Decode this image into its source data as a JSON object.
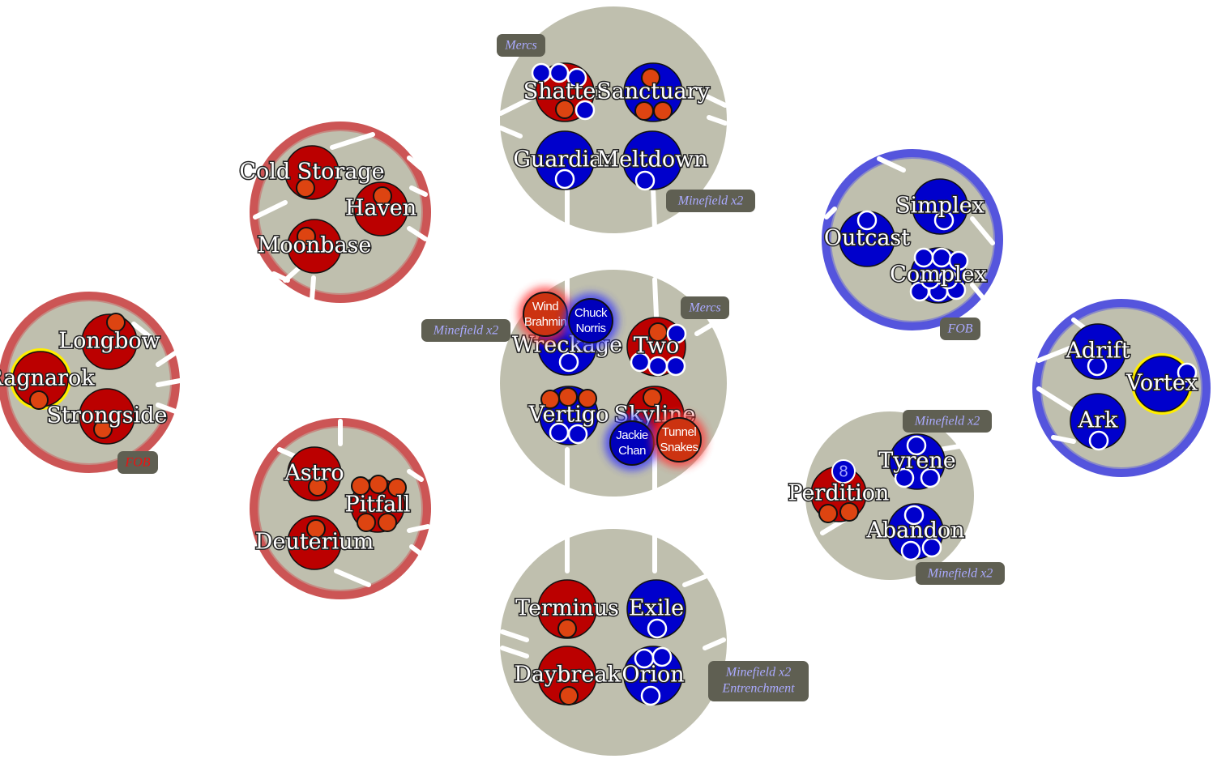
{
  "colors": {
    "red": "#bb0000",
    "blue": "#0000cc",
    "orange": "#dd4411",
    "yellow": "#ffee00",
    "sector": "#bfbfae",
    "red_ring": "#cc5555",
    "blue_ring": "#5555dd",
    "tag_bg": "#5f5f52",
    "tag_text": "#aaaaff",
    "tag_text_red": "#ee1111"
  },
  "sectors": [
    {
      "name": "north",
      "ring": "none"
    },
    {
      "name": "center",
      "ring": "none"
    },
    {
      "name": "south",
      "ring": "none"
    },
    {
      "name": "red-upper",
      "ring": "red"
    },
    {
      "name": "red-lower",
      "ring": "red"
    },
    {
      "name": "red-home",
      "ring": "red"
    },
    {
      "name": "blue-upper",
      "ring": "blue"
    },
    {
      "name": "blue-lower",
      "ring": "none"
    },
    {
      "name": "blue-home",
      "ring": "blue"
    }
  ],
  "planets": [
    {
      "id": "shatter",
      "label": "Shatter",
      "owner": "red",
      "units": {
        "orange": 1,
        "blue": 4
      }
    },
    {
      "id": "sanctuary",
      "label": "Sanctuary",
      "owner": "blue",
      "units": {
        "orange": 3
      }
    },
    {
      "id": "guardian",
      "label": "Guardian",
      "owner": "blue",
      "units": {
        "blue": 1
      }
    },
    {
      "id": "meltdown",
      "label": "Meltdown",
      "owner": "blue",
      "units": {
        "blue": 1
      }
    },
    {
      "id": "wreckage",
      "label": "Wreckage",
      "owner": "blue",
      "units": {
        "blue": 1
      }
    },
    {
      "id": "two",
      "label": "Two",
      "owner": "red",
      "units": {
        "orange": 1,
        "blue": 4
      }
    },
    {
      "id": "vertigo",
      "label": "Vertigo",
      "owner": "blue",
      "units": {
        "orange": 3,
        "blue": 2
      }
    },
    {
      "id": "skyline",
      "label": "Skyline",
      "owner": "red",
      "units": {
        "orange": 1
      }
    },
    {
      "id": "terminus",
      "label": "Terminus",
      "owner": "red",
      "units": {
        "orange": 1
      }
    },
    {
      "id": "exile",
      "label": "Exile",
      "owner": "blue",
      "units": {
        "blue": 1
      }
    },
    {
      "id": "daybreak",
      "label": "Daybreak",
      "owner": "red",
      "units": {
        "orange": 1
      }
    },
    {
      "id": "orion",
      "label": "Orion",
      "owner": "blue",
      "units": {
        "blue": 4
      }
    },
    {
      "id": "cold-storage",
      "label": "Cold Storage",
      "owner": "red",
      "units": {
        "orange": 1
      }
    },
    {
      "id": "haven",
      "label": "Haven",
      "owner": "red",
      "units": {
        "orange": 1
      }
    },
    {
      "id": "moonbase",
      "label": "Moonbase",
      "owner": "red",
      "units": {
        "orange": 1
      }
    },
    {
      "id": "astro",
      "label": "Astro",
      "owner": "red",
      "units": {
        "orange": 1
      }
    },
    {
      "id": "pitfall",
      "label": "Pitfall",
      "owner": "red",
      "units": {
        "orange": 6
      }
    },
    {
      "id": "deuterium",
      "label": "Deuterium",
      "owner": "red",
      "units": {
        "orange": 1
      }
    },
    {
      "id": "longbow",
      "label": "Longbow",
      "owner": "red",
      "units": {
        "orange": 1
      }
    },
    {
      "id": "ragnarok",
      "label": "Ragnarok",
      "owner": "red",
      "capital": true,
      "units": {
        "orange": 1
      }
    },
    {
      "id": "strongside",
      "label": "Strongside",
      "owner": "red",
      "units": {
        "orange": 1
      }
    },
    {
      "id": "outcast",
      "label": "Outcast",
      "owner": "blue",
      "units": {
        "blue": 1
      }
    },
    {
      "id": "simplex",
      "label": "Simplex",
      "owner": "blue",
      "units": {
        "blue": 1
      }
    },
    {
      "id": "complex",
      "label": "Complex",
      "owner": "blue",
      "units": {
        "blue": 8
      }
    },
    {
      "id": "tyrene",
      "label": "Tyrene",
      "owner": "blue",
      "units": {
        "blue": 3
      }
    },
    {
      "id": "perdition",
      "label": "Perdition",
      "owner": "red",
      "units": {
        "orange": 2,
        "blue": 1
      },
      "stack_count": "8"
    },
    {
      "id": "abandon",
      "label": "Abandon",
      "owner": "blue",
      "units": {
        "blue": 3
      }
    },
    {
      "id": "adrift",
      "label": "Adrift",
      "owner": "blue",
      "units": {
        "blue": 1
      }
    },
    {
      "id": "vortex",
      "label": "Vortex",
      "owner": "blue",
      "capital": true,
      "units": {
        "blue": 1
      }
    },
    {
      "id": "ark",
      "label": "Ark",
      "owner": "blue",
      "units": {
        "blue": 1
      }
    }
  ],
  "captains": [
    {
      "id": "wind-brahmin",
      "line1": "Wind",
      "line2": "Brahmin",
      "side": "red"
    },
    {
      "id": "chuck-norris",
      "line1": "Chuck",
      "line2": "Norris",
      "side": "blue"
    },
    {
      "id": "jackie-chan",
      "line1": "Jackie",
      "line2": "Chan",
      "side": "blue"
    },
    {
      "id": "tunnel-snakes",
      "line1": "Tunnel",
      "line2": "Snakes",
      "side": "red"
    }
  ],
  "tags": [
    {
      "id": "mercs-north",
      "text": "Mercs",
      "color": "blue"
    },
    {
      "id": "minefield-meltdown",
      "text": "Minefield x2",
      "color": "blue"
    },
    {
      "id": "mercs-center",
      "text": "Mercs",
      "color": "blue"
    },
    {
      "id": "minefield-center",
      "text": "Minefield x2",
      "color": "blue"
    },
    {
      "id": "fob-blue",
      "text": "FOB",
      "color": "blue"
    },
    {
      "id": "fob-red",
      "text": "FOB",
      "color": "red"
    },
    {
      "id": "minefield-tyrene",
      "text": "Minefield x2",
      "color": "blue"
    },
    {
      "id": "minefield-abandon",
      "text": "Minefield x2",
      "color": "blue"
    },
    {
      "id": "minefield-orion",
      "text": "Minefield x2",
      "line2": "Entrenchment",
      "color": "blue"
    }
  ]
}
